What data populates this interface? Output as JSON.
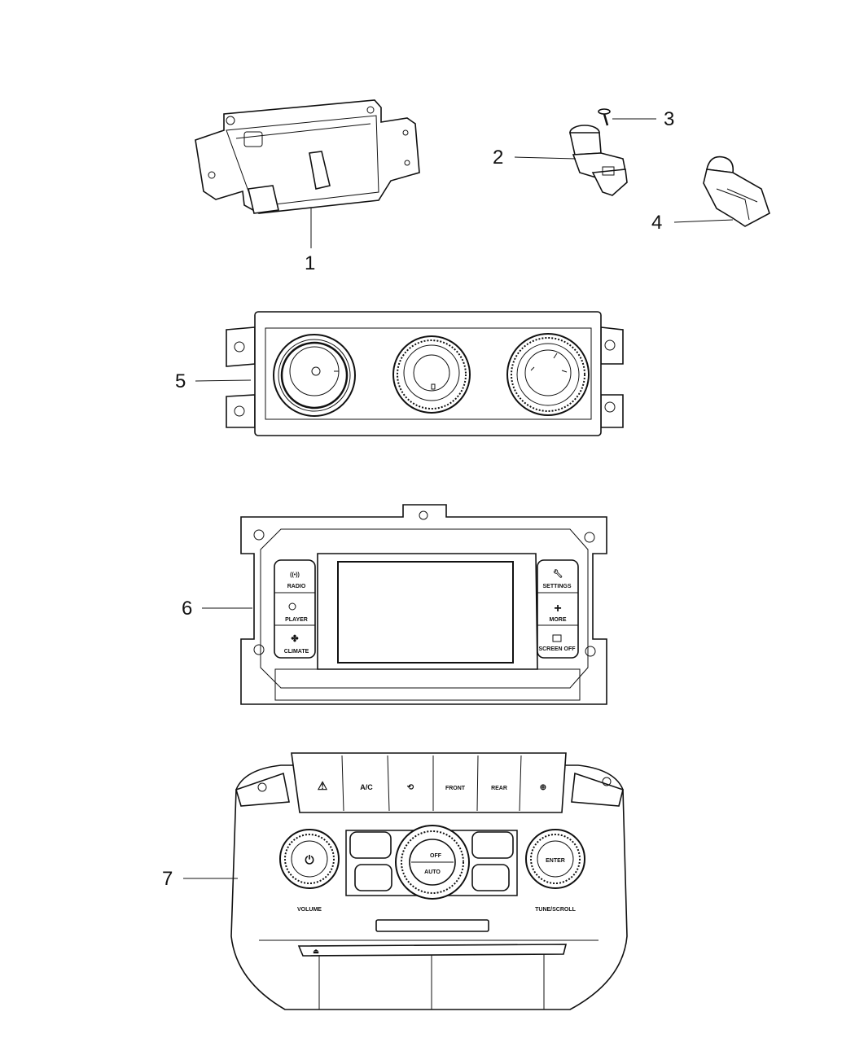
{
  "diagram": {
    "callouts": [
      {
        "id": "1",
        "label": "1"
      },
      {
        "id": "2",
        "label": "2"
      },
      {
        "id": "3",
        "label": "3"
      },
      {
        "id": "4",
        "label": "4"
      },
      {
        "id": "5",
        "label": "5"
      },
      {
        "id": "6",
        "label": "6"
      },
      {
        "id": "7",
        "label": "7"
      }
    ],
    "radio_panel_buttons": {
      "left": [
        "RADIO",
        "PLAYER",
        "CLIMATE"
      ],
      "right": [
        "SETTINGS",
        "MORE",
        "SCREEN OFF"
      ]
    },
    "climate_panel_labels": {
      "ac": "A/C",
      "front": "FRONT",
      "rear": "REAR",
      "off": "OFF",
      "auto": "AUTO",
      "volume": "VOLUME",
      "tune_scroll": "TUNE/SCROLL",
      "enter": "ENTER"
    }
  }
}
